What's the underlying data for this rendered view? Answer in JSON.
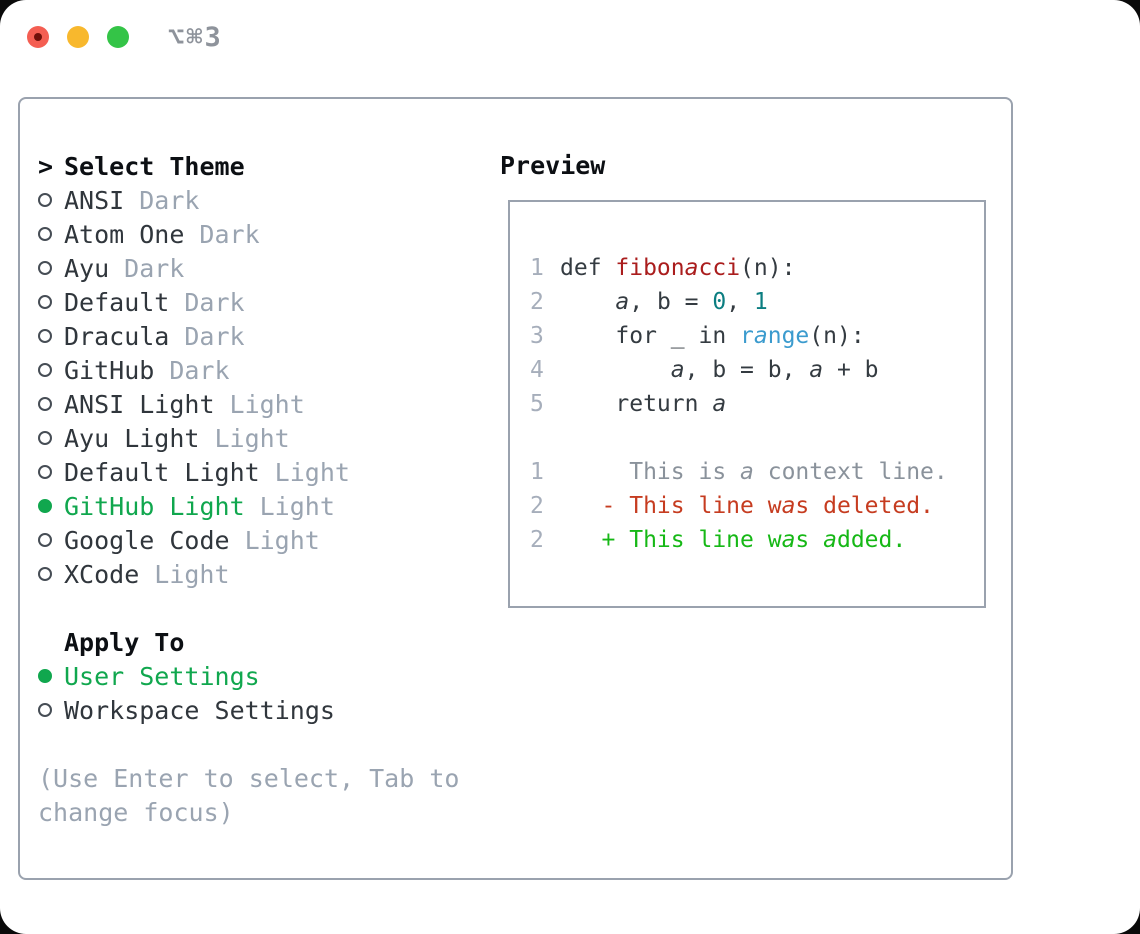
{
  "titlebar": {
    "title": "⌥⌘3"
  },
  "colors": {
    "accent_green": "#10a74e",
    "diff_added_green": "#16b816",
    "diff_deleted_red": "#c63c20",
    "function_red": "#aa1d1d",
    "call_blue": "#3b9bce",
    "number_teal": "#0b7e81",
    "muted_gray": "#9aa4b1",
    "border_gray": "#9aa2ae",
    "traffic_red": "#f45e52",
    "traffic_yellow": "#f8b82d",
    "traffic_green": "#34c447"
  },
  "selector": {
    "cursor": ">",
    "header": "Select Theme",
    "items": [
      {
        "name": "ANSI",
        "tag": "Dark",
        "selected": false
      },
      {
        "name": "Atom One",
        "tag": "Dark",
        "selected": false
      },
      {
        "name": "Ayu",
        "tag": "Dark",
        "selected": false
      },
      {
        "name": "Default",
        "tag": "Dark",
        "selected": false
      },
      {
        "name": "Dracula",
        "tag": "Dark",
        "selected": false
      },
      {
        "name": "GitHub",
        "tag": "Dark",
        "selected": false
      },
      {
        "name": "ANSI Light",
        "tag": "Light",
        "selected": false
      },
      {
        "name": "Ayu Light",
        "tag": "Light",
        "selected": false
      },
      {
        "name": "Default Light",
        "tag": "Light",
        "selected": false
      },
      {
        "name": "GitHub Light",
        "tag": "Light",
        "selected": true
      },
      {
        "name": "Google Code",
        "tag": "Light",
        "selected": false
      },
      {
        "name": "XCode",
        "tag": "Light",
        "selected": false
      }
    ],
    "apply_header": "Apply To",
    "apply_options": [
      {
        "name": "User Settings",
        "selected": true
      },
      {
        "name": "Workspace Settings",
        "selected": false
      }
    ],
    "hint_lines": [
      "(Use Enter to select, Tab to",
      "change focus)"
    ]
  },
  "preview": {
    "header": "Preview",
    "lines": [
      {
        "num": "1",
        "tokens": [
          [
            "kw",
            "def "
          ],
          [
            "fn",
            "fibonacci"
          ],
          [
            "pl",
            "(n):"
          ]
        ]
      },
      {
        "num": "2",
        "tokens": [
          [
            "pl",
            "    a, b = "
          ],
          [
            "num",
            "0"
          ],
          [
            "pl",
            ", "
          ],
          [
            "num",
            "1"
          ]
        ]
      },
      {
        "num": "3",
        "tokens": [
          [
            "pl",
            "    for _ in "
          ],
          [
            "call",
            "range"
          ],
          [
            "pl",
            "(n):"
          ]
        ]
      },
      {
        "num": "4",
        "tokens": [
          [
            "pl",
            "        a, b = b, a + b"
          ]
        ]
      },
      {
        "num": "5",
        "tokens": [
          [
            "pl",
            "    return a"
          ]
        ]
      },
      {
        "num": "",
        "tokens": []
      },
      {
        "num": "1",
        "tokens": [
          [
            "ctx",
            "     This is a context line."
          ]
        ]
      },
      {
        "num": "2",
        "tokens": [
          [
            "del",
            "   - This line was deleted."
          ]
        ]
      },
      {
        "num": "2",
        "tokens": [
          [
            "add",
            "   + This line was added."
          ]
        ]
      }
    ]
  }
}
